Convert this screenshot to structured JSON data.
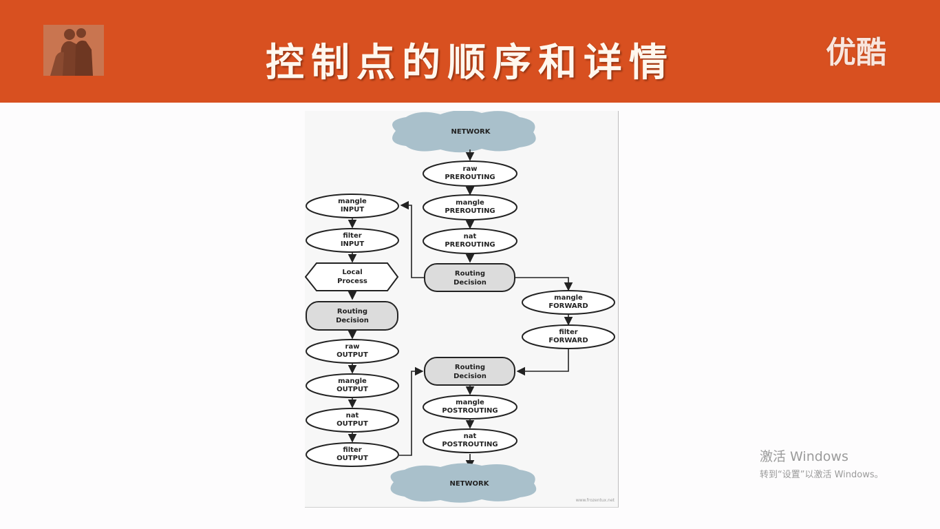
{
  "header": {
    "title": "控制点的顺序和详情",
    "watermark": "优酷"
  },
  "diagram": {
    "network_top": "NETWORK",
    "network_bottom": "NETWORK",
    "nodes": {
      "raw_prerouting": {
        "l1": "raw",
        "l2": "PREROUTING"
      },
      "mangle_prerouting": {
        "l1": "mangle",
        "l2": "PREROUTING"
      },
      "nat_prerouting": {
        "l1": "nat",
        "l2": "PREROUTING"
      },
      "routing_decision_1": {
        "l1": "Routing",
        "l2": "Decision"
      },
      "mangle_input": {
        "l1": "mangle",
        "l2": "INPUT"
      },
      "filter_input": {
        "l1": "filter",
        "l2": "INPUT"
      },
      "local_process": {
        "l1": "Local",
        "l2": "Process"
      },
      "routing_decision_2": {
        "l1": "Routing",
        "l2": "Decision"
      },
      "raw_output": {
        "l1": "raw",
        "l2": "OUTPUT"
      },
      "mangle_output": {
        "l1": "mangle",
        "l2": "OUTPUT"
      },
      "nat_output": {
        "l1": "nat",
        "l2": "OUTPUT"
      },
      "filter_output": {
        "l1": "filter",
        "l2": "OUTPUT"
      },
      "mangle_forward": {
        "l1": "mangle",
        "l2": "FORWARD"
      },
      "filter_forward": {
        "l1": "filter",
        "l2": "FORWARD"
      },
      "routing_decision_3": {
        "l1": "Routing",
        "l2": "Decision"
      },
      "mangle_postrouting": {
        "l1": "mangle",
        "l2": "POSTROUTING"
      },
      "nat_postrouting": {
        "l1": "nat",
        "l2": "POSTROUTING"
      }
    },
    "credit": "www.frozentux.net"
  },
  "activation": {
    "line1": "激活 Windows",
    "line2": "转到“设置”以激活 Windows。"
  },
  "colors": {
    "header": "#d85020",
    "cloud": "#a9c0cb",
    "decision": "#dcdcdc"
  }
}
